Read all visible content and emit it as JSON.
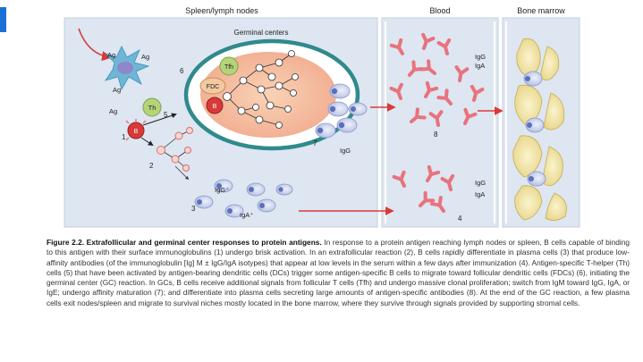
{
  "labels": {
    "spleen_lymph": "Spleen/lymph nodes",
    "blood": "Blood",
    "bone_marrow": "Bone marrow",
    "germinal_centers": "Germinal centers",
    "ag": "Ag",
    "th": "Th",
    "tfh": "Tfh",
    "fdc": "FDC",
    "b": "B",
    "igg": "IgG",
    "iga": "IgA",
    "igg_plus": "IgG⁺",
    "iga_plus": "IgA⁺",
    "n1": "1",
    "n2": "2",
    "n3": "3",
    "n4": "4",
    "n5": "5",
    "n6": "6",
    "n7": "7",
    "n8": "8"
  },
  "caption": {
    "title": "Figure 2.2. Extrafollicular and germinal center responses to protein antigens.",
    "text": " In response to a protein antigen reaching lymph nodes or spleen, B cells capable of binding to this antigen with their surface immunoglobulins (1) undergo brisk activation. In an extrafollicular reaction (2), B cells rapidly differentiate in plasma cells (3) that produce low-affinity antibodies (of the immunoglobulin [Ig] M ± IgG/IgA isotypes) that appear at low levels in the serum within a few days after immunization (4). Antigen-specific T-helper (Th) cells (5) that have been activated by antigen-bearing dendritic cells (DCs) trigger some antigen-specific B cells to migrate toward follicular dendritic cells (FDCs) (6), initiating the germinal center (GC) reaction. In GCs, B cells receive additional signals from follicular T cells (Tfh) and undergo massive clonal proliferation; switch from IgM toward IgG, IgA, or IgE; undergo affinity maturation (7); and differentiate into plasma cells secreting large amounts of antigen-specific antibodies (8). At the end of the GC reaction, a few plasma cells exit nodes/spleen and migrate to survival niches mostly located in the bone marrow, where they survive through signals provided by supporting stromal cells."
  },
  "colors": {
    "panel": "#d7e1ee",
    "panel_edge": "#b9c8dc",
    "antibody": "#e8737d",
    "gc_ring": "#2f8a8c",
    "b_cell": "#d83a3a",
    "th_cell": "#b5d47a",
    "dc": "#6fb6d6",
    "plasma": "#b9c3e6",
    "marrow_cell": "#f2e6a6",
    "accent_blue": "#1b6fd6"
  }
}
